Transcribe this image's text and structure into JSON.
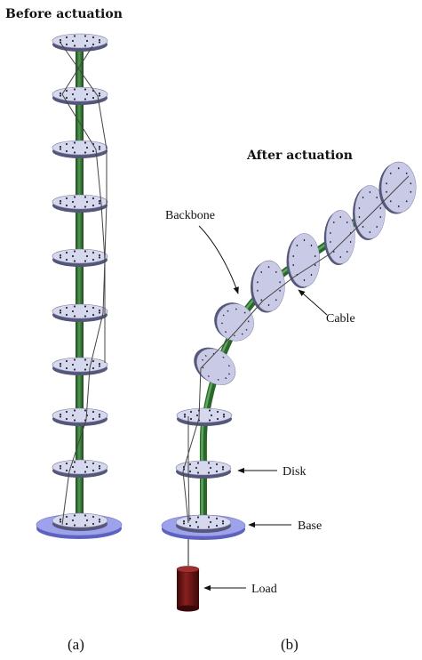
{
  "titles": {
    "before": "Before actuation",
    "after": "After actuation"
  },
  "labels": {
    "backbone": "Backbone",
    "cable": "Cable",
    "disk": "Disk",
    "base": "Base",
    "load": "Load"
  },
  "captions": {
    "a": "(a)",
    "b": "(b)"
  },
  "colors": {
    "disk_top": "#d6d8ee",
    "disk_side": "#55577a",
    "base_top": "#9da2ea",
    "backbone": "#2f6a2f",
    "load": "#6a1414",
    "cable": "#444444"
  }
}
